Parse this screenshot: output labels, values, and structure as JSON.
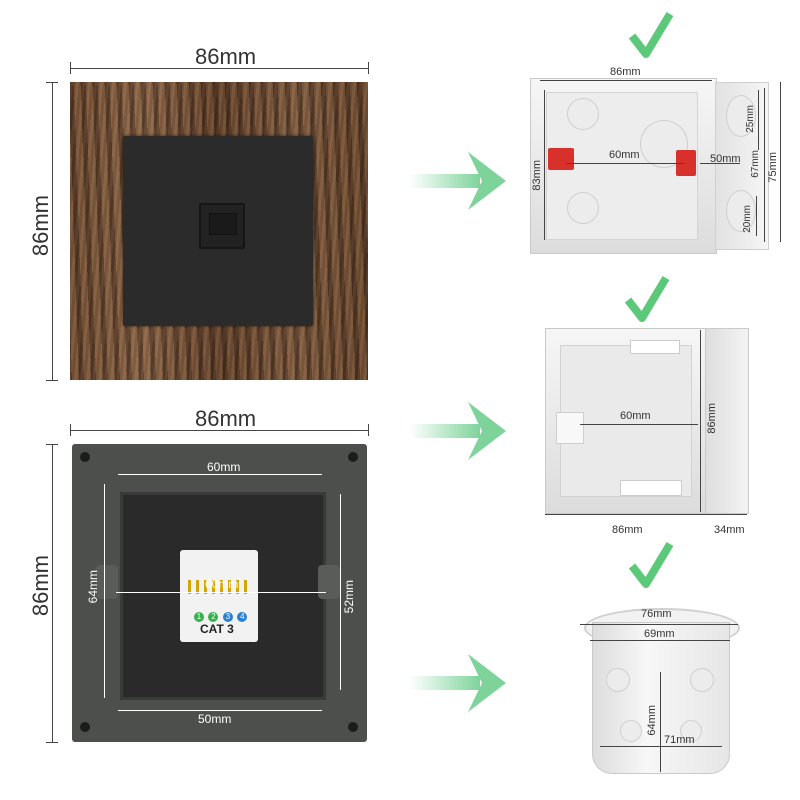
{
  "front_view": {
    "width_label": "86mm",
    "height_label": "86mm"
  },
  "back_view": {
    "width_label": "86mm",
    "height_label": "86mm",
    "mount_spacing_label": "60mm",
    "inner_height_label": "64mm",
    "side_height_label": "52mm",
    "module_width_label": "60mm",
    "bottom_label": "50mm",
    "module_text": "CAT 3",
    "pin_numbers": [
      "1",
      "2",
      "3",
      "4"
    ]
  },
  "box1": {
    "top_label": "86mm",
    "side_label": "83mm",
    "screw_label": "60mm",
    "depth_label": "50mm",
    "upper_label": "25mm",
    "mid_label": "67mm",
    "total_label": "75mm",
    "lower_label": "20mm"
  },
  "box2": {
    "screw_label": "60mm",
    "height_label": "86mm",
    "width_label": "86mm",
    "depth_label": "34mm"
  },
  "box3": {
    "top_label": "76mm",
    "inner_label": "69mm",
    "height_label": "64mm",
    "bottom_label": "71mm"
  },
  "colors": {
    "arrow": "#7ed39a",
    "check": "#5cc97a",
    "plate": "#2b2b2b",
    "clamp": "#d8302b"
  }
}
